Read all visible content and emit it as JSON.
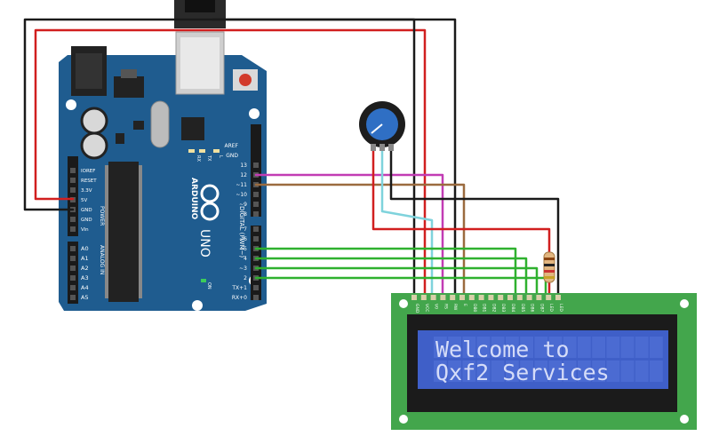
{
  "board": {
    "brand": "ARDUINO",
    "model": "UNO",
    "on_label": "ON",
    "rx_label": "RX",
    "tx_label": "TX",
    "l_label": "L",
    "aref": "AREF",
    "gnd": "GND",
    "digital_label": "DIGITAL (PWM~)",
    "analog_label": "ANALOG IN",
    "power_label": "POWER",
    "digital_pins": [
      "13",
      "12",
      "~11",
      "~10",
      "~9",
      "8",
      "7",
      "~6",
      "~5",
      "4",
      "~3",
      "2",
      "TX+1",
      "RX+0"
    ],
    "power_pins": [
      "IOREF",
      "RESET",
      "3.3V",
      "5V",
      "GND",
      "GND",
      "Vin"
    ],
    "analog_pins": [
      "A0",
      "A1",
      "A2",
      "A3",
      "A4",
      "A5"
    ]
  },
  "lcd": {
    "line1": "Welcome to",
    "line2": "Qxf2 Services",
    "pins": [
      "GND",
      "VCC",
      "V0",
      "RS",
      "RW",
      "E",
      "DB0",
      "DB1",
      "DB2",
      "DB3",
      "DB4",
      "DB5",
      "DB6",
      "DB7",
      "LED",
      "LED"
    ]
  },
  "colors": {
    "board": "#1f5c8f",
    "wire_red": "#d11f1f",
    "wire_black": "#1a1a1a",
    "wire_green": "#2fb12f",
    "wire_magenta": "#c23cb4",
    "wire_brown": "#9b6b3f",
    "wire_cyan": "#7fd3dc",
    "lcd_pcb": "#43a64c",
    "lcd_screen": "#3f5fc8",
    "lcd_text": "#d5dcf8"
  }
}
